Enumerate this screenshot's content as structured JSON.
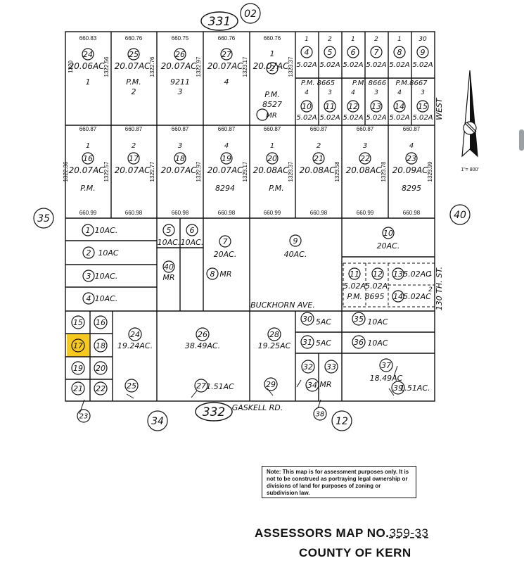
{
  "map": {
    "book_top": "331",
    "book_bottom": "332",
    "sheet_top": "02",
    "sheet_left": "35",
    "sheet_right": "40",
    "sheet_bottom_left": "34",
    "sheet_bottom_right": "12",
    "parcel_23": "23",
    "parcel_38": "38",
    "street_west": "WEST",
    "street_130": "130 TH. ST.",
    "street_buckhorn": "BUCKHORN AVE.",
    "street_gaskell": "GASKELL RD.",
    "scale": "1\"= 800'",
    "highlight_color": "#f7c81e",
    "highlighted_parcel": "17"
  },
  "top_row": {
    "dims": [
      "660.83",
      "660.76",
      "660.75",
      "660.76",
      "660.76"
    ],
    "side_dims": [
      "1320",
      "1322.56",
      "1322.76",
      "1322.97",
      "1323.17",
      "1323.37"
    ],
    "parcels": [
      {
        "num": "24",
        "acres": "20.06AC.",
        "lot": "1"
      },
      {
        "num": "25",
        "acres": "20.07AC.",
        "lot": "P.M.\n2"
      },
      {
        "num": "26",
        "acres": "20.07AC.",
        "lot": "9211\n3"
      },
      {
        "num": "27",
        "acres": "20.07AC.",
        "lot": "4"
      },
      {
        "num": "2",
        "acres": "20.07AC.",
        "lot": "1"
      }
    ],
    "pm8527": "P.M.\n8527",
    "mr3": "MR",
    "small_top": [
      "1",
      "2",
      "1",
      "2",
      "1",
      "30"
    ],
    "small_nums": [
      "4",
      "5",
      "6",
      "7",
      "8",
      "9"
    ],
    "small_acres": [
      "5.02A",
      "5.02A",
      "5.02A",
      "5.02A",
      "5.02A",
      "5.02A"
    ],
    "pm8665": "P.M. 8665",
    "pm8666": "P.M. 8666",
    "pm8667": "P.M.8667",
    "small_b_top": [
      "4",
      "3",
      "4",
      "3",
      "4",
      "3"
    ],
    "small_b_nums": [
      "10",
      "11",
      "12",
      "13",
      "14",
      "15"
    ],
    "small_b_acres": [
      "5.02A",
      "5.02A",
      "5.02A",
      "5.02A",
      "5.02A",
      "5.02A"
    ]
  },
  "second_row": {
    "dims": [
      "660.87",
      "660.87",
      "660.87",
      "660.87",
      "660.87",
      "660.87",
      "660.87",
      "660.87"
    ],
    "side_dims": [
      "1322.36",
      "1322.57",
      "1322.77",
      "1322.97",
      "1323.17",
      "1323.37",
      "1323.58",
      "1323.78",
      "1323.99"
    ],
    "lots": [
      "1",
      "2",
      "3",
      "4",
      "1",
      "2",
      "3",
      "4"
    ],
    "parcels": [
      {
        "num": "16",
        "acres": "20.07AC."
      },
      {
        "num": "17",
        "acres": "20.07AC."
      },
      {
        "num": "18",
        "acres": "20.07AC."
      },
      {
        "num": "19",
        "acres": "20.07AC."
      },
      {
        "num": "20",
        "acres": "20.08AC."
      },
      {
        "num": "21",
        "acres": "20.08AC."
      },
      {
        "num": "22",
        "acres": "20.08AC."
      },
      {
        "num": "23",
        "acres": "20.09AC."
      }
    ],
    "pm_left": "P.M.",
    "pm_8294": "8294",
    "pm_mid": "P.M.",
    "pm_8295": "8295",
    "bottom_dims": [
      "660.99",
      "660.98",
      "660.98",
      "660.98",
      "660.99",
      "660.98",
      "660.99",
      "660.98"
    ]
  },
  "middle": {
    "p1": {
      "num": "1",
      "acres": "10AC."
    },
    "p2": {
      "num": "2",
      "acres": "10AC"
    },
    "p3": {
      "num": "3",
      "acres": "10AC."
    },
    "p4": {
      "num": "4",
      "acres": "10AC."
    },
    "p5": {
      "num": "5",
      "acres": "10AC."
    },
    "p6": {
      "num": "6",
      "acres": "10AC."
    },
    "p7": {
      "num": "7",
      "acres": "20AC."
    },
    "p8": {
      "num": "8",
      "acres": "MR"
    },
    "p9": {
      "num": "9",
      "acres": "40AC."
    },
    "p10": {
      "num": "10",
      "acres": "20AC."
    },
    "p11": {
      "num": "11",
      "acres": "5.02A"
    },
    "p12": {
      "num": "12",
      "acres": "5.02A."
    },
    "p13": {
      "num": "13",
      "acres": "5.02AC"
    },
    "p14": {
      "num": "14",
      "acres": "5.02AC"
    },
    "p40": {
      "num": "40",
      "acres": "MR"
    },
    "pm8695": "P.M.   8695",
    "n1": "1",
    "n2": "2"
  },
  "lower": {
    "small_left": [
      "15",
      "16",
      "17",
      "18",
      "19",
      "20",
      "21",
      "22"
    ],
    "p24": {
      "num": "24",
      "acres": "19.24AC."
    },
    "p25": {
      "num": "25"
    },
    "p26": {
      "num": "26",
      "acres": "38.49AC."
    },
    "p27": {
      "num": "27",
      "acres": "1.51AC"
    },
    "p28": {
      "num": "28",
      "acres": "19.25AC"
    },
    "p29": {
      "num": "29"
    },
    "p30": {
      "num": "30",
      "acres": "5AC"
    },
    "p31": {
      "num": "31",
      "acres": "5AC"
    },
    "p32": {
      "num": "32"
    },
    "p33": {
      "num": "33"
    },
    "p34": {
      "num": "34",
      "acres": "MR"
    },
    "p35": {
      "num": "35",
      "acres": "10AC"
    },
    "p36": {
      "num": "36",
      "acres": "10AC"
    },
    "p37": {
      "num": "37",
      "acres": "18.49AC"
    },
    "p39": {
      "num": "39",
      "acres": "1.51AC."
    }
  },
  "note": "Note: This map is for assessment purposes only. It is not to be construed as portraying legal ownership or divisions of land for purposes of zoning or subdivision law.",
  "title": {
    "line1_label": "ASSESSORS MAP NO.",
    "line1_number": "359-33",
    "line2": "COUNTY OF KERN"
  }
}
